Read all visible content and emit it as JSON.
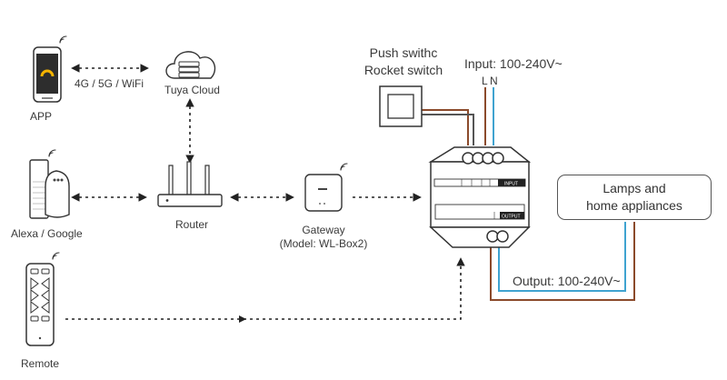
{
  "labels": {
    "app": "APP",
    "network": "4G / 5G / WiFi",
    "cloud": "Tuya Cloud",
    "assistant": "Alexa / Google",
    "router": "Router",
    "gateway": "Gateway",
    "gateway_model": "(Model: WL-Box2)",
    "remote": "Remote",
    "switch_line1": "Push swithc",
    "switch_line2": "Rocket switch",
    "input": "Input: 100-240V~",
    "terminal_l": "L",
    "terminal_n": "N",
    "output": "Output: 100-240V~",
    "lamps_line1": "Lamps and",
    "lamps_line2": "home appliances",
    "panel_input": "INPUT",
    "panel_output": "OUTPUT"
  },
  "colors": {
    "live_wire": "#8b4a2b",
    "neutral_wire": "#3fa3d0",
    "outline": "#333333"
  }
}
